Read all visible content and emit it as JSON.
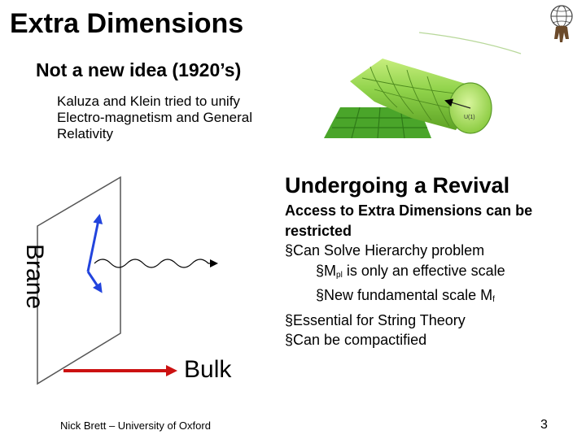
{
  "slide": {
    "title": "Extra Dimensions",
    "subtitle": "Not a new idea (1920’s)",
    "kaluza_lines": [
      "Kaluza and Klein tried to unify",
      "Electro-magnetism and General",
      "Relativity"
    ],
    "revival_heading": "Undergoing a Revival",
    "revival_intro_lines": [
      "Access to Extra Dimensions can be",
      "restricted"
    ],
    "bullet_char": "§",
    "bullets": [
      {
        "text": "Can Solve Hierarchy problem",
        "level": 1
      },
      {
        "text_before": "M",
        "sub": "pl",
        "text_after": " is only an effective scale",
        "level": 2
      },
      {
        "text_before": "New fundamental scale M",
        "sub": "f",
        "text_after": "",
        "level": 2
      },
      {
        "text": "Essential for String Theory",
        "level": 1
      },
      {
        "text": "Can be compactified",
        "level": 1
      }
    ],
    "brane_label": "Brane",
    "bulk_label": "Bulk",
    "cylinder_label": "U(1)",
    "footer": "Nick Brett – University of Oxford",
    "page_number": "3"
  },
  "colors": {
    "arrow_red": "#cc1111",
    "vector_blue": "#2244dd",
    "grid_green": "#55b030",
    "cylinder_green": "#8fd24a"
  },
  "icons": {
    "logo": "atlas-globe-logo-icon"
  }
}
